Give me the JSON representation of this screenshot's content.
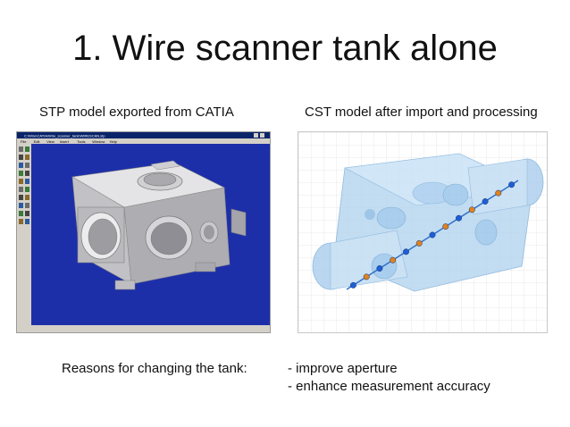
{
  "slide": {
    "title": "1. Wire scanner tank alone"
  },
  "left_figure": {
    "caption": "STP model exported from CATIA",
    "window_title": "C:\\Wire\\CATIA\\Wire_scanner_tank\\WIRESCAN.stp",
    "menu_items": [
      "File",
      "Edit",
      "View",
      "Insert",
      "Tools",
      "Window",
      "Help"
    ],
    "viewport_color": "#1d2fa8"
  },
  "right_figure": {
    "caption": "CST model after import and processing",
    "bead_colors": [
      "#1f5fd6",
      "#e0821e"
    ]
  },
  "reasons": {
    "label": "Reasons for changing the tank:",
    "items": [
      "- improve aperture",
      "- enhance measurement accuracy"
    ]
  }
}
